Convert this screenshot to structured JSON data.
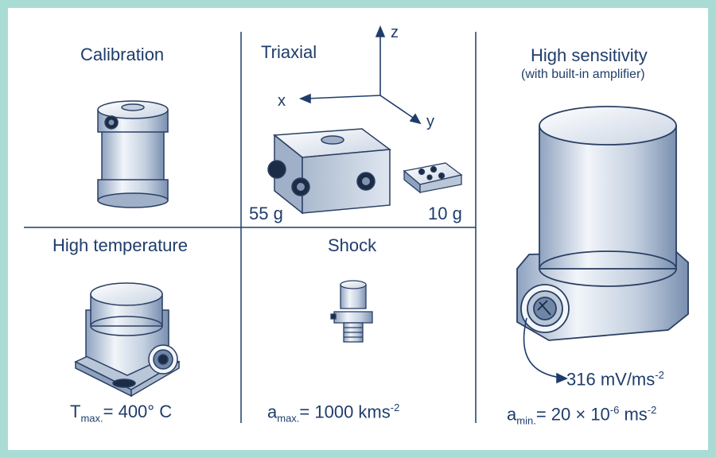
{
  "panels": {
    "calibration": {
      "title": "Calibration"
    },
    "triaxial": {
      "title": "Triaxial",
      "axis_z": "z",
      "axis_x": "x",
      "axis_y": "y",
      "weight_left": "55 g",
      "weight_right": "10 g"
    },
    "high_temperature": {
      "title": "High temperature",
      "spec_symbol": "T",
      "spec_subscript": "max.",
      "spec_value": "= 400° C"
    },
    "shock": {
      "title": "Shock",
      "spec_symbol": "a",
      "spec_subscript": "max.",
      "spec_value": "= 1000 kms",
      "spec_exponent": "-2"
    },
    "high_sensitivity": {
      "title": "High sensitivity",
      "subtitle": "(with built-in amplifier)",
      "sensitivity_value": "316 mV/ms",
      "sensitivity_exponent": "-2",
      "spec_symbol": "a",
      "spec_subscript": "min.",
      "spec_value": "= 20 × 10",
      "spec_power": "-6",
      "spec_unit": " ms",
      "spec_unit_exponent": "-2"
    }
  },
  "colors": {
    "frame": "#a9dcd5",
    "text": "#1f3d6b",
    "metal_light": "#e6ebf2",
    "metal_mid": "#b9c6d8",
    "metal_dark": "#6f86a6",
    "divider": "#1f3d6b"
  }
}
